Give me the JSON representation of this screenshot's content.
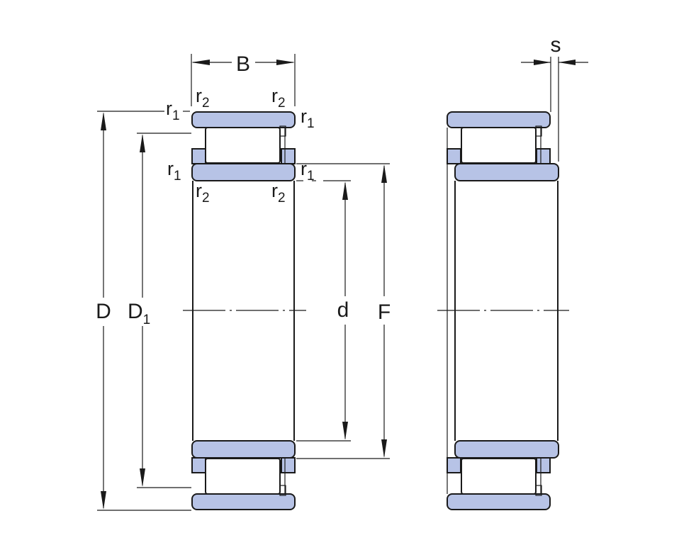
{
  "labels": {
    "B": "B",
    "s": "s",
    "D": "D",
    "D1_main": "D",
    "D1_sub": "1",
    "d": "d",
    "F": "F",
    "r": "r",
    "r1_sub": "1",
    "r2_sub": "2"
  },
  "colors": {
    "ring": "#b7c3e6",
    "line": "#1a1a1a",
    "background": "#ffffff"
  }
}
